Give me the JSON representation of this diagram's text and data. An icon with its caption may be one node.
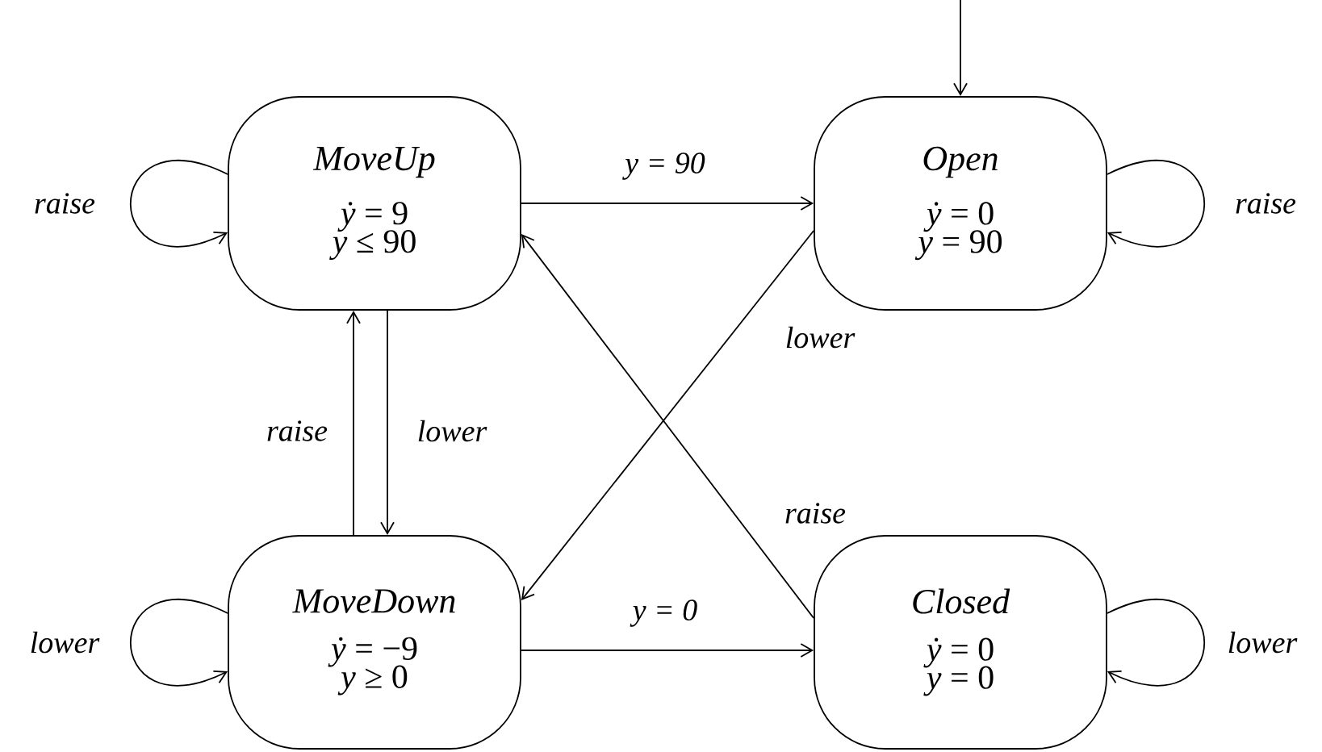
{
  "diagram": {
    "nodes": [
      {
        "text": [
          "MoveUp",
          "*ẏ* = 9",
          "*y* ≤ 90"
        ]
      },
      {
        "text": [
          "Open",
          "*ẏ* = 0",
          "*y* = 90"
        ]
      },
      {
        "text": [
          "MoveDown",
          "*ẏ* = −9",
          "*y* ≥ 0"
        ]
      },
      {
        "text": [
          "Closed",
          "*ẏ* = 0",
          "*y* = 0"
        ]
      }
    ],
    "edges": [
      {
        "from": null,
        "to": 1,
        "arrow": "to"
      },
      {
        "from": 0,
        "to": 0,
        "arrow": "to",
        "label": "raise"
      },
      {
        "from": 0,
        "to": 1,
        "arrow": "to",
        "label": "*y* = 90"
      },
      {
        "from": 1,
        "to": 1,
        "arrow": "to",
        "label": "raise"
      },
      {
        "from": 1,
        "to": 2,
        "arrow": "to",
        "label": "lower"
      },
      {
        "from": 2,
        "to": 0,
        "arrow": "to",
        "label": "raise"
      },
      {
        "from": 0,
        "to": 2,
        "arrow": "to",
        "label": "lower"
      },
      {
        "from": 3,
        "to": 0,
        "arrow": "to",
        "label": "raise"
      },
      {
        "from": 2,
        "to": 2,
        "arrow": "to",
        "label": "lower"
      },
      {
        "from": 2,
        "to": 3,
        "arrow": "to",
        "label": "*y* = 0"
      },
      {
        "from": 3,
        "to": 3,
        "arrow": "to",
        "label": "lower"
      }
    ]
  }
}
